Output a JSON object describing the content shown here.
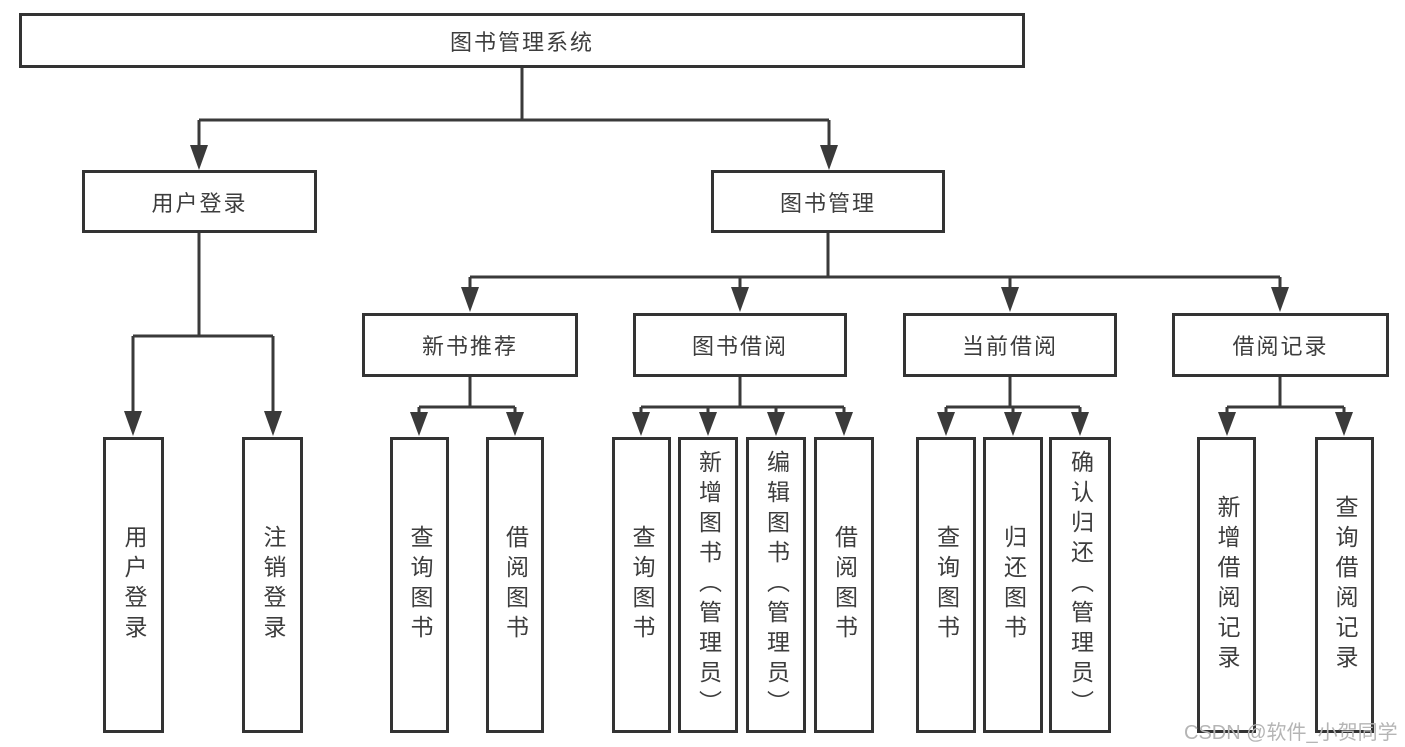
{
  "diagram": {
    "type": "hierarchy-tree",
    "title": "图书管理系统",
    "nodes": {
      "root": {
        "label": "图书管理系统"
      },
      "user_login": {
        "label": "用户登录"
      },
      "book_management": {
        "label": "图书管理"
      },
      "new_book_recommend": {
        "label": "新书推荐"
      },
      "book_borrowing": {
        "label": "图书借阅"
      },
      "current_borrowing": {
        "label": "当前借阅"
      },
      "borrowing_records": {
        "label": "借阅记录"
      },
      "leaf_user_login": {
        "label": "用户登录"
      },
      "leaf_logout": {
        "label": "注销登录"
      },
      "leaf_nb_query_book": {
        "label": "查询图书"
      },
      "leaf_nb_borrow_book": {
        "label": "借阅图书"
      },
      "leaf_bb_query_book": {
        "label": "查询图书"
      },
      "leaf_bb_add_book": {
        "label": "新增图书（管理员）"
      },
      "leaf_bb_edit_book": {
        "label": "编辑图书（管理员）"
      },
      "leaf_bb_borrow_book": {
        "label": "借阅图书"
      },
      "leaf_cb_query_book": {
        "label": "查询图书"
      },
      "leaf_cb_return_book": {
        "label": "归还图书"
      },
      "leaf_cb_confirm_return": {
        "label": "确认归还（管理员）"
      },
      "leaf_br_add_record": {
        "label": "新增借阅记录"
      },
      "leaf_br_query_record": {
        "label": "查询借阅记录"
      }
    },
    "hierarchy": {
      "图书管理系统": {
        "用户登录": [
          "用户登录",
          "注销登录"
        ],
        "图书管理": {
          "新书推荐": [
            "查询图书",
            "借阅图书"
          ],
          "图书借阅": [
            "查询图书",
            "新增图书（管理员）",
            "编辑图书（管理员）",
            "借阅图书"
          ],
          "当前借阅": [
            "查询图书",
            "归还图书",
            "确认归还（管理员）"
          ],
          "借阅记录": [
            "新增借阅记录",
            "查询借阅记录"
          ]
        }
      }
    },
    "colors": {
      "line": "#3a3a3a",
      "box_border": "#333333",
      "box_fill": "#ffffff",
      "text": "#3d3d3d",
      "watermark": "#b5b5b5",
      "background": "#ffffff"
    }
  },
  "watermark": {
    "text": "CSDN @软件_小贺同学"
  }
}
